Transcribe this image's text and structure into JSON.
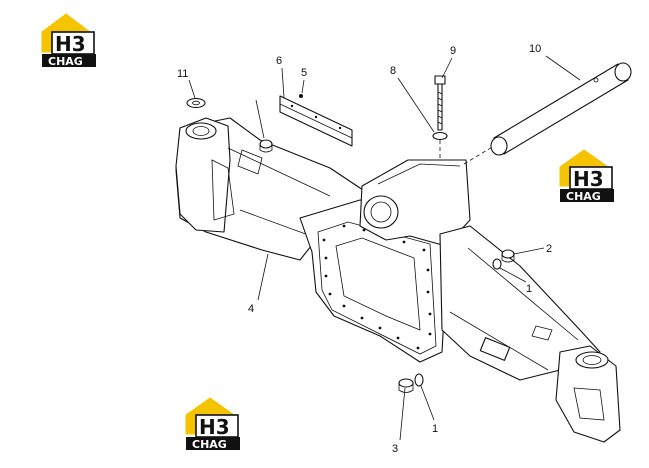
{
  "logo": {
    "mark": "H3",
    "brand": "CHAG",
    "accent_color": "#f5c400"
  },
  "callouts": [
    {
      "id": "c1a",
      "label": "1"
    },
    {
      "id": "c2",
      "label": "2"
    },
    {
      "id": "c1b",
      "label": "1"
    },
    {
      "id": "c3",
      "label": "3"
    },
    {
      "id": "c4",
      "label": "4"
    },
    {
      "id": "c5",
      "label": "5"
    },
    {
      "id": "c6",
      "label": "6"
    },
    {
      "id": "c8",
      "label": "8"
    },
    {
      "id": "c9",
      "label": "9"
    },
    {
      "id": "c10",
      "label": "10"
    },
    {
      "id": "c11",
      "label": "11"
    }
  ]
}
